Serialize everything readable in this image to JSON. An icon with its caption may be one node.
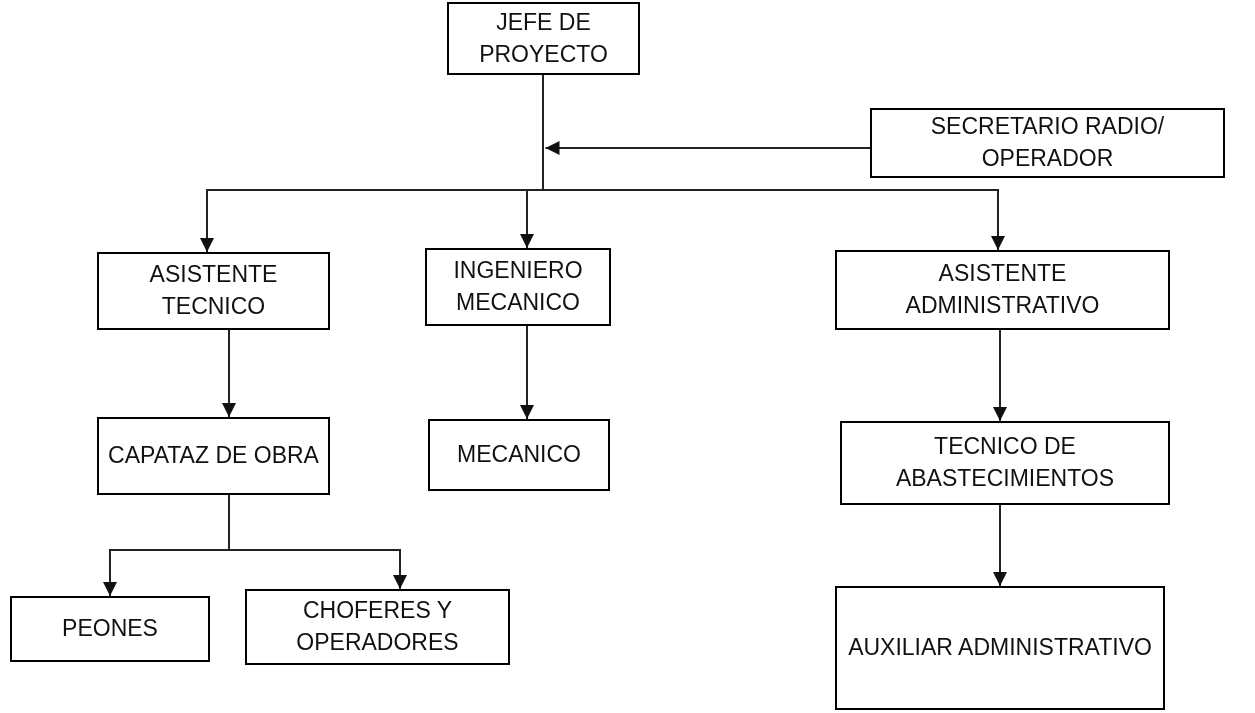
{
  "diagram": {
    "nodes": [
      {
        "text": [
          "JEFE DE PROYECTO"
        ]
      },
      {
        "text": [
          "SECRETARIO RADIO/ OPERADOR"
        ]
      },
      {
        "text": [
          "ASISTENTE TECNICO"
        ]
      },
      {
        "text": [
          "INGENIERO MECANICO"
        ]
      },
      {
        "text": [
          "ASISTENTE ADMINISTRATIVO"
        ]
      },
      {
        "text": [
          "CAPATAZ DE OBRA"
        ]
      },
      {
        "text": [
          "MECANICO"
        ]
      },
      {
        "text": [
          "TECNICO DE ABASTECIMIENTOS"
        ]
      },
      {
        "text": [
          "PEONES"
        ]
      },
      {
        "text": [
          "CHOFERES Y OPERADORES"
        ]
      },
      {
        "text": [
          "AUXILIAR ADMINISTRATIVO"
        ]
      }
    ],
    "edges": [
      {
        "from": 1,
        "to": 0,
        "arrow": "to"
      },
      {
        "from": 0,
        "to": 2,
        "arrow": "to"
      },
      {
        "from": 0,
        "to": 3,
        "arrow": "to"
      },
      {
        "from": 0,
        "to": 4,
        "arrow": "to"
      },
      {
        "from": 2,
        "to": 5,
        "arrow": "to"
      },
      {
        "from": 3,
        "to": 6,
        "arrow": "to"
      },
      {
        "from": 4,
        "to": 7,
        "arrow": "to"
      },
      {
        "from": 5,
        "to": 8,
        "arrow": "to"
      },
      {
        "from": 5,
        "to": 9,
        "arrow": "to"
      },
      {
        "from": 7,
        "to": 10,
        "arrow": "to"
      }
    ]
  }
}
